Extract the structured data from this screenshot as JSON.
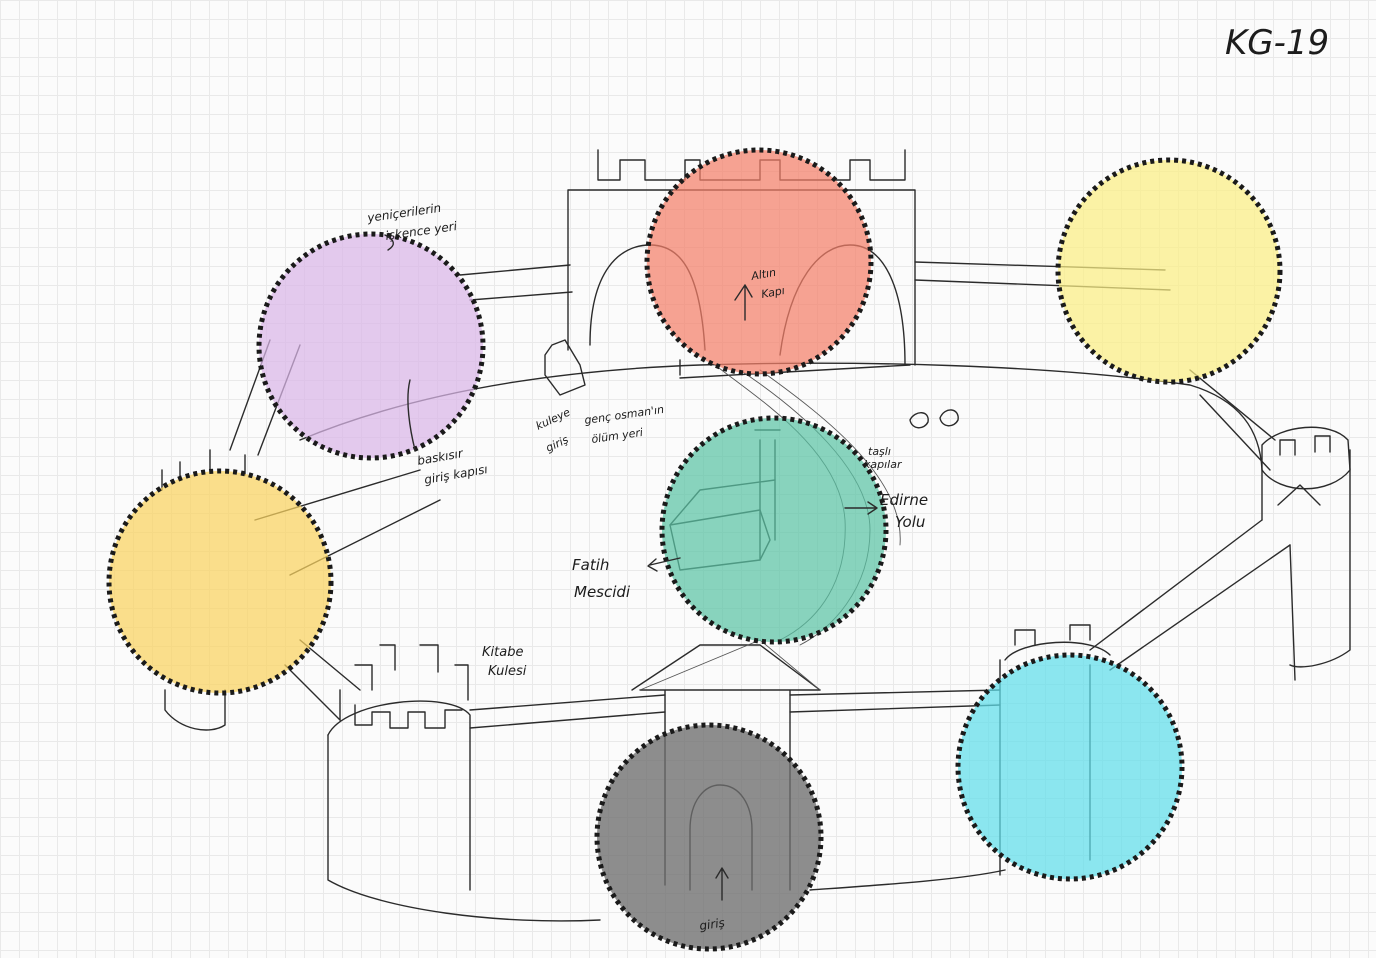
{
  "sheet_code": "KG-19",
  "labels": {
    "yeniceri": [
      "yeniçerilerin",
      "işkence yeri"
    ],
    "baskisir": [
      "baskısır",
      "giriş kapısı"
    ],
    "kulege_giris": [
      "kuleye",
      "giriş"
    ],
    "genc_osman": [
      "genç osman'ın",
      "ölüm yeri"
    ],
    "altin_kapi": [
      "Altın",
      "Kapı"
    ],
    "tasli": [
      "taşlı",
      "kapılar"
    ],
    "edirne_yolu": [
      "Edirne",
      "Yolu"
    ],
    "fatih_mescidi": [
      "Fatih",
      "Mescidi"
    ],
    "kitabe_kulesi": [
      "Kitabe",
      "Kulesi"
    ],
    "giris": "giriş"
  },
  "highlights": {
    "purple": "#d9b6e8",
    "red": "#f47f6a",
    "yellow_right": "#fbef84",
    "yellow_left": "#f9d25f",
    "green": "#5cc4a5",
    "cyan": "#5fdeea",
    "gray": "#6e6e6e",
    "outline": "#1a1a1a"
  }
}
